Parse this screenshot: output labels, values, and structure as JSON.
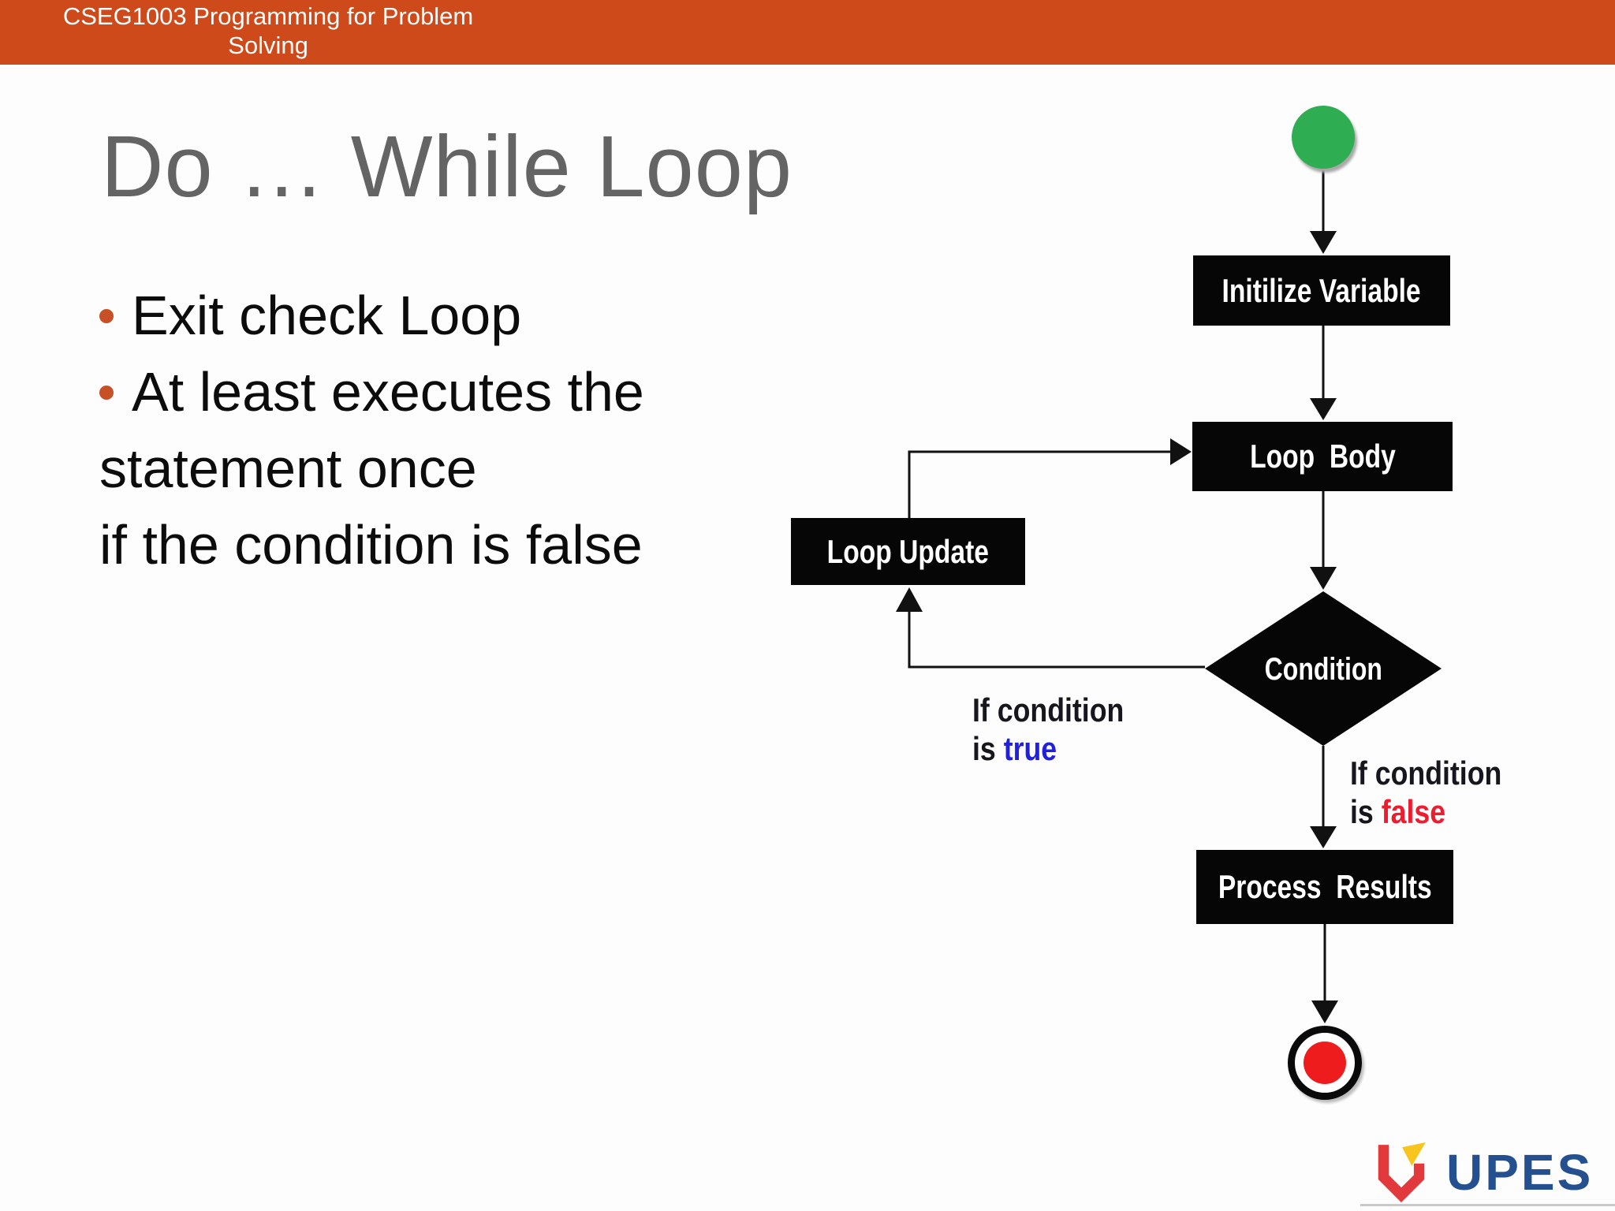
{
  "header": {
    "line1": "CSEG1003 Programming for Problem",
    "line2": "Solving"
  },
  "slide": {
    "title": "Do … While Loop",
    "bullets": [
      {
        "text": "Exit check Loop",
        "has_bullet": true
      },
      {
        "text": "At least executes the",
        "has_bullet": true
      },
      {
        "text": "statement once",
        "has_bullet": false
      },
      {
        "text": "if the condition is false",
        "has_bullet": false
      }
    ]
  },
  "flowchart": {
    "nodes": {
      "initialize": "Initilize Variable",
      "loop_body": "Loop  Body",
      "loop_update": "Loop Update",
      "condition": "Condition",
      "process_results": "Process  Results"
    },
    "labels": {
      "true_branch": {
        "line1": "If condition",
        "line2_prefix": "is ",
        "keyword": "true"
      },
      "false_branch": {
        "line1": "If condition",
        "line2_prefix": "is ",
        "keyword": "false"
      }
    },
    "colors": {
      "node_bg": "#060606",
      "node_text": "#FFFFFF",
      "start_green": "#2EAD53",
      "end_red": "#EE1C1C",
      "true_blue": "#2020DD",
      "false_red": "#ED1C2E",
      "connector": "#111111"
    }
  },
  "theme": {
    "header_bg": "#CE4A1B",
    "title_gray": "#646464",
    "bullet_dot": "#C75026"
  },
  "footer": {
    "logo_text": "UPES",
    "logo_red": "#E23A3C",
    "logo_yellow": "#F7C51E",
    "logo_blue": "#24508F"
  }
}
